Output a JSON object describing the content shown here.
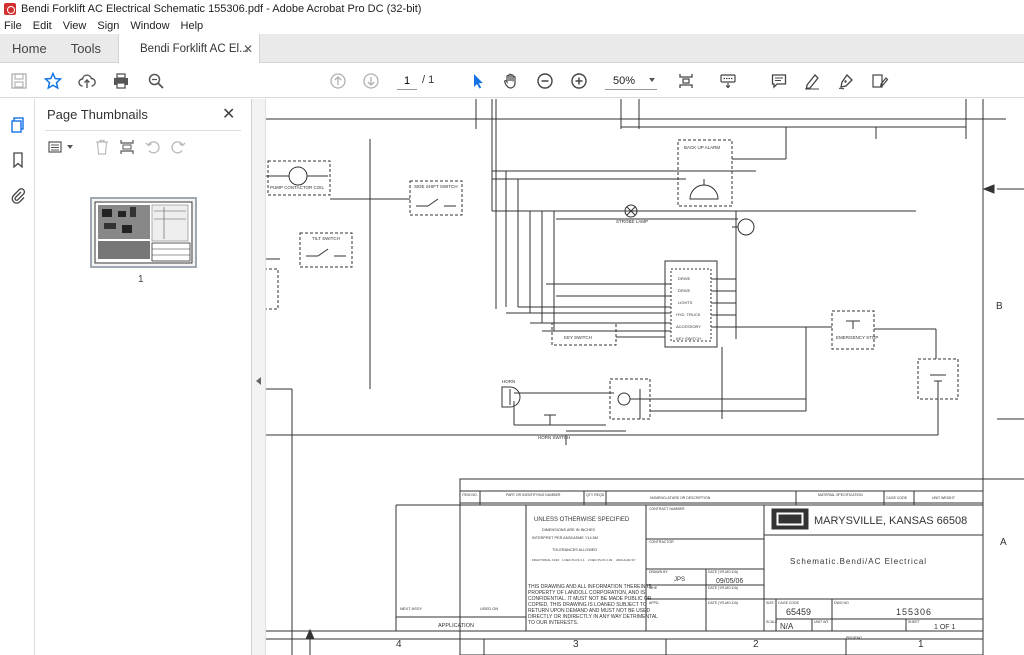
{
  "window": {
    "title": "Bendi Forklift AC Electrical Schematic 155306.pdf - Adobe Acrobat Pro DC (32-bit)"
  },
  "menu": [
    "File",
    "Edit",
    "View",
    "Sign",
    "Window",
    "Help"
  ],
  "tabs": {
    "home": "Home",
    "tools": "Tools",
    "document": "Bendi Forklift AC El..."
  },
  "toolbar": {
    "page_current": "1",
    "page_total": "/ 1",
    "zoom": "50%"
  },
  "panel": {
    "title": "Page Thumbnails",
    "thumb_label": "1"
  },
  "schematic": {
    "labels": {
      "pump_contactor": "PUMP CONTACTOR COIL",
      "side_shift": "SIDE SHIFT SWITCH",
      "tilt_switch": "TILT SWITCH",
      "back_up_alarm": "BACK UP ALARM",
      "strobe_lamp": "STROBE LAMP",
      "key_switch": "KEY SWITCH",
      "horn": "HORN",
      "horn_switch": "HORN SWITCH",
      "emergency_stop": "EMERGENCY STOP",
      "connector_pins": [
        "DRIVE",
        "DRIVE",
        "LIGHTS",
        "HYD. TRUCK",
        "ACCESSORY",
        "KEY SWITCH"
      ],
      "zone_b": "B",
      "zone_a": "A"
    },
    "titleblock": {
      "item_no": "ITEM NO.",
      "part_no": "PART OR IDENTIFYING NUMBER",
      "qty": "QTY REQD",
      "nomenclature": "NOMENCLATURE OR DESCRIPTION",
      "material": "MATERIAL SPECIFICATION",
      "cage_code": "CAGE CODE",
      "unit_weight": "UNIT WEIGHT",
      "unless": "UNLESS OTHERWISE SPECIFIED",
      "dims": "DIMENSIONS ARE IN INCHES",
      "interpret": "INTERPRET PER ANSI/ASME Y14.5M",
      "tolerances": "TOLERANCES ALLOWED",
      "tol_fractional": "FRACTIONAL ±1/16",
      "tol_1": "1 DEC PLCS ±.1",
      "tol_2": "2 DEC PLCS ±.03",
      "tol_angular": "ANGULAR ±1°",
      "proprietary_1": "THIS DRAWING AND ALL INFORMATION THEREIN IS",
      "proprietary_2": "PROPERTY OF LANDOLL CORPORATION, AND IS",
      "proprietary_3": "CONFIDENTIAL. IT MUST NOT BE MADE PUBLIC OR",
      "proprietary_4": "COPIED.  THIS DRAWING IS LOANED SUBJECT TO",
      "proprietary_5": "RETURN UPON DEMAND AND MUST NOT BE USED",
      "proprietary_6": "DIRECTLY OR INDIRECTLY IN ANY WAY DETRIMENTAL",
      "proprietary_7": "TO OUR INTERESTS.",
      "contract_number": "CONTRACT NUMBER",
      "contractor": "CONTRACTOR",
      "drawn_by": "DRAWN BY",
      "drawn_by_value": "JPS",
      "date_label": "DATE (YR-MO-DA)",
      "date_value": "09/05/06",
      "ishe": "ISHE",
      "appd": "APPD.",
      "location": "MARYSVILLE, KANSAS  66508",
      "drawing_title": "Schematic.Bendi/AC Electrical",
      "size_label": "SIZE",
      "size_value": "N/A",
      "cage_label": "CAGE CODE",
      "cage_value": "65459",
      "dwg_no_label": "DWG NO",
      "dwg_no_value": "155306",
      "scale_label": "SCALE",
      "sheet_label": "SHEET",
      "sheet_value": "1 OF 1",
      "unit_wt": "UNIT WT.",
      "next_assy": "NEXT ASSY",
      "used_on": "USED ON",
      "application": "APPLICATION",
      "proj": "PRO/ENG"
    },
    "zones": [
      "4",
      "3",
      "2",
      "1"
    ]
  }
}
